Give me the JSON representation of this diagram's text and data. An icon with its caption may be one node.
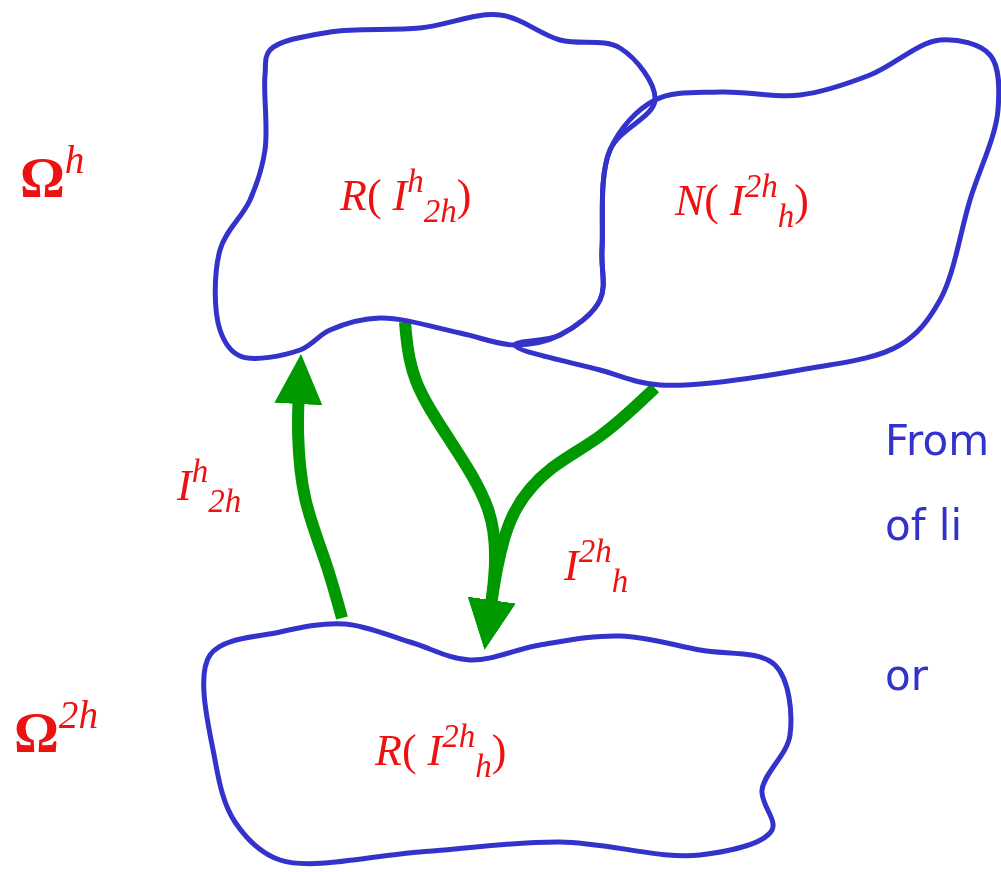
{
  "diagram": {
    "nodes": [
      {
        "text": [
          "*R*( *I*$^{h}$$_{2h}$)"
        ]
      },
      {
        "text": [
          "*N*( *I*$^{2h}$$_{h}$)"
        ]
      },
      {
        "text": [
          "*R*( *I*$^{2h}$$_{h}$)"
        ]
      }
    ],
    "edges": [
      {
        "from": 2,
        "to": 0,
        "arrow": "to",
        "label": "*I*$^{h}$$_{2h}$"
      },
      {
        "from": 0,
        "to": 2,
        "arrow": "to"
      },
      {
        "from": 1,
        "to": 2,
        "arrow": "to",
        "label": "*I*$^{2h}$$_{h}$"
      }
    ],
    "labels": [
      "Ω$^{h}$",
      "Ω$^{2h}$",
      "From",
      "of li",
      "or"
    ]
  }
}
